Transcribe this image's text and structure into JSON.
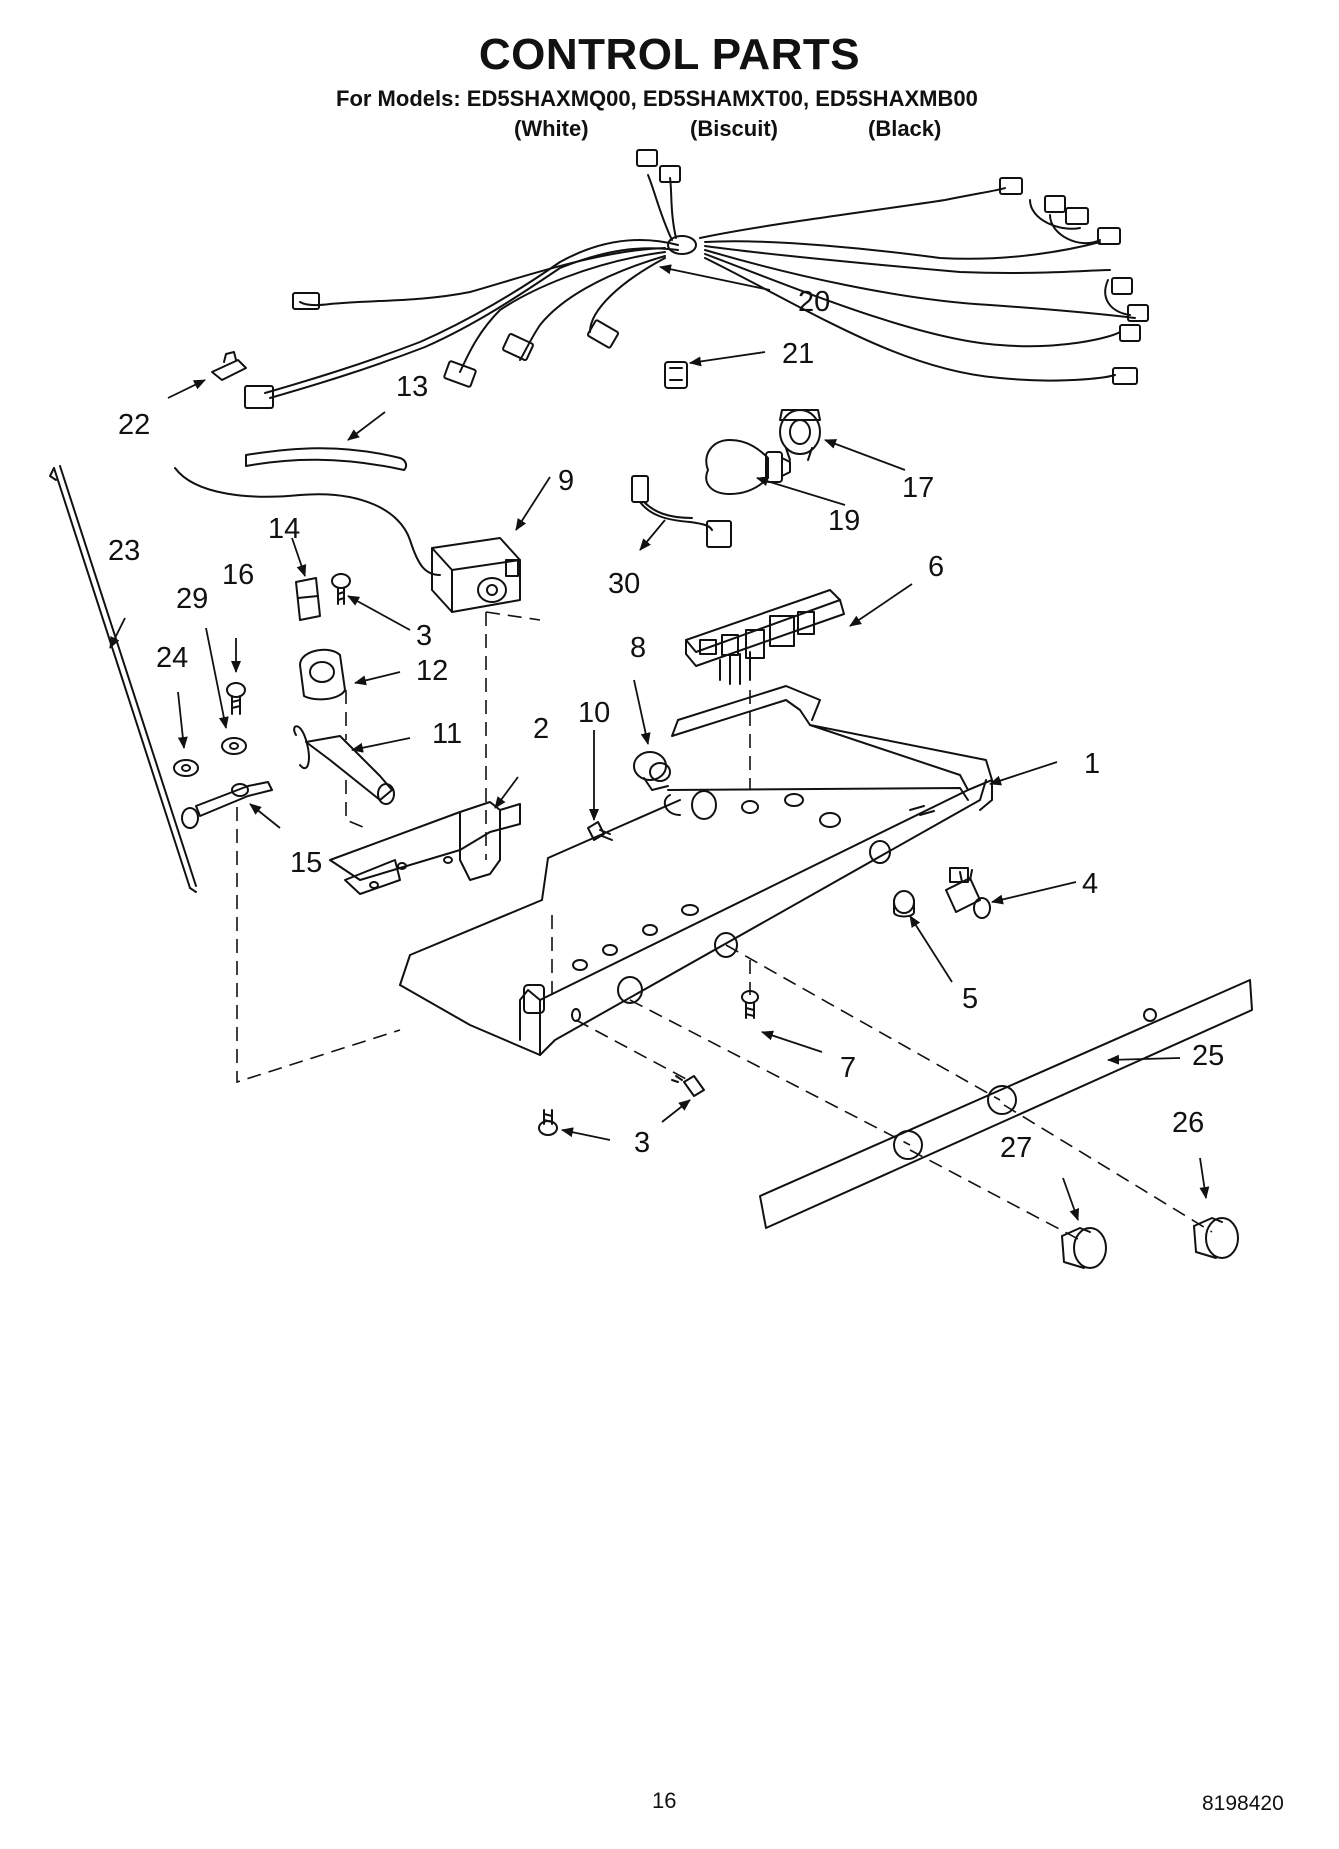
{
  "header": {
    "title": "CONTROL PARTS",
    "models_line": "For Models: ED5SHAXMQ00, ED5SHAMXT00, ED5SHAXMB00",
    "variants": [
      "(White)",
      "(Biscuit)",
      "(Black)"
    ]
  },
  "callouts": [
    "1",
    "2",
    "3",
    "3",
    "4",
    "5",
    "6",
    "7",
    "8",
    "9",
    "10",
    "11",
    "12",
    "13",
    "14",
    "15",
    "16",
    "17",
    "19",
    "20",
    "21",
    "22",
    "23",
    "24",
    "25",
    "26",
    "27",
    "29",
    "30"
  ],
  "footer": {
    "page_number": "16",
    "document_number": "8198420"
  }
}
